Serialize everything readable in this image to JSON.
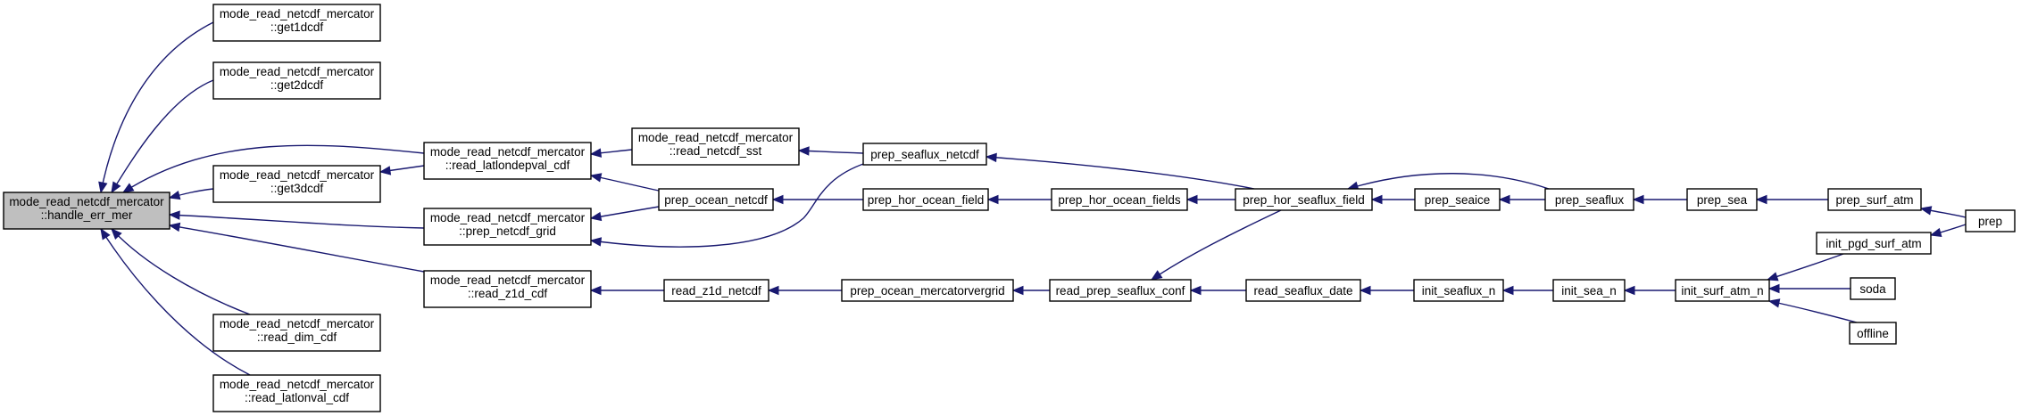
{
  "diagram": {
    "nodes": [
      {
        "id": "root",
        "lines": [
          "mode_read_netcdf_mercator",
          "::handle_err_mer"
        ],
        "highlight": true
      },
      {
        "id": "get1dcdf",
        "lines": [
          "mode_read_netcdf_mercator",
          "::get1dcdf"
        ]
      },
      {
        "id": "get2dcdf",
        "lines": [
          "mode_read_netcdf_mercator",
          "::get2dcdf"
        ]
      },
      {
        "id": "get3dcdf",
        "lines": [
          "mode_read_netcdf_mercator",
          "::get3dcdf"
        ]
      },
      {
        "id": "read_dim_cdf",
        "lines": [
          "mode_read_netcdf_mercator",
          "::read_dim_cdf"
        ]
      },
      {
        "id": "read_latlonval_cdf",
        "lines": [
          "mode_read_netcdf_mercator",
          "::read_latlonval_cdf"
        ]
      },
      {
        "id": "read_latlondepval_cdf",
        "lines": [
          "mode_read_netcdf_mercator",
          "::read_latlondepval_cdf"
        ]
      },
      {
        "id": "prep_netcdf_grid",
        "lines": [
          "mode_read_netcdf_mercator",
          "::prep_netcdf_grid"
        ]
      },
      {
        "id": "read_z1d_cdf",
        "lines": [
          "mode_read_netcdf_mercator",
          "::read_z1d_cdf"
        ]
      },
      {
        "id": "read_netcdf_sst",
        "lines": [
          "mode_read_netcdf_mercator",
          "::read_netcdf_sst"
        ]
      },
      {
        "id": "prep_ocean_netcdf",
        "lines": [
          "prep_ocean_netcdf"
        ]
      },
      {
        "id": "read_z1d_netcdf",
        "lines": [
          "read_z1d_netcdf"
        ]
      },
      {
        "id": "prep_seaflux_netcdf",
        "lines": [
          "prep_seaflux_netcdf"
        ]
      },
      {
        "id": "prep_hor_ocean_field",
        "lines": [
          "prep_hor_ocean_field"
        ]
      },
      {
        "id": "prep_ocean_mercatorvergrid",
        "lines": [
          "prep_ocean_mercatorvergrid"
        ]
      },
      {
        "id": "prep_hor_ocean_fields",
        "lines": [
          "prep_hor_ocean_fields"
        ]
      },
      {
        "id": "read_prep_seaflux_conf",
        "lines": [
          "read_prep_seaflux_conf"
        ]
      },
      {
        "id": "prep_hor_seaflux_field",
        "lines": [
          "prep_hor_seaflux_field"
        ]
      },
      {
        "id": "read_seaflux_date",
        "lines": [
          "read_seaflux_date"
        ]
      },
      {
        "id": "prep_seaice",
        "lines": [
          "prep_seaice"
        ]
      },
      {
        "id": "init_seaflux_n",
        "lines": [
          "init_seaflux_n"
        ]
      },
      {
        "id": "prep_seaflux",
        "lines": [
          "prep_seaflux"
        ]
      },
      {
        "id": "init_sea_n",
        "lines": [
          "init_sea_n"
        ]
      },
      {
        "id": "prep_sea",
        "lines": [
          "prep_sea"
        ]
      },
      {
        "id": "init_surf_atm_n",
        "lines": [
          "init_surf_atm_n"
        ]
      },
      {
        "id": "prep_surf_atm",
        "lines": [
          "prep_surf_atm"
        ]
      },
      {
        "id": "init_pgd_surf_atm",
        "lines": [
          "init_pgd_surf_atm"
        ]
      },
      {
        "id": "soda",
        "lines": [
          "soda"
        ]
      },
      {
        "id": "offline",
        "lines": [
          "offline"
        ]
      },
      {
        "id": "prep",
        "lines": [
          "prep"
        ]
      }
    ],
    "edges": [
      {
        "from": "get1dcdf",
        "to": "root"
      },
      {
        "from": "get2dcdf",
        "to": "root"
      },
      {
        "from": "get3dcdf",
        "to": "root"
      },
      {
        "from": "read_dim_cdf",
        "to": "root"
      },
      {
        "from": "read_latlonval_cdf",
        "to": "root"
      },
      {
        "from": "read_latlondepval_cdf",
        "to": "root"
      },
      {
        "from": "prep_netcdf_grid",
        "to": "root"
      },
      {
        "from": "read_z1d_cdf",
        "to": "root"
      },
      {
        "from": "read_latlondepval_cdf",
        "to": "get3dcdf"
      },
      {
        "from": "read_netcdf_sst",
        "to": "read_latlondepval_cdf"
      },
      {
        "from": "prep_ocean_netcdf",
        "to": "read_latlondepval_cdf"
      },
      {
        "from": "prep_ocean_netcdf",
        "to": "prep_netcdf_grid"
      },
      {
        "from": "prep_seaflux_netcdf",
        "to": "prep_netcdf_grid"
      },
      {
        "from": "read_z1d_netcdf",
        "to": "read_z1d_cdf"
      },
      {
        "from": "prep_seaflux_netcdf",
        "to": "read_netcdf_sst"
      },
      {
        "from": "prep_hor_ocean_field",
        "to": "prep_ocean_netcdf"
      },
      {
        "from": "prep_ocean_mercatorvergrid",
        "to": "read_z1d_netcdf"
      },
      {
        "from": "prep_hor_seaflux_field",
        "to": "prep_seaflux_netcdf"
      },
      {
        "from": "prep_hor_ocean_fields",
        "to": "prep_hor_ocean_field"
      },
      {
        "from": "read_prep_seaflux_conf",
        "to": "prep_ocean_mercatorvergrid"
      },
      {
        "from": "prep_hor_seaflux_field",
        "to": "prep_hor_ocean_fields"
      },
      {
        "from": "prep_hor_seaflux_field",
        "to": "read_prep_seaflux_conf"
      },
      {
        "from": "read_seaflux_date",
        "to": "read_prep_seaflux_conf"
      },
      {
        "from": "prep_seaice",
        "to": "prep_hor_seaflux_field"
      },
      {
        "from": "prep_seaflux",
        "to": "prep_hor_seaflux_field"
      },
      {
        "from": "init_seaflux_n",
        "to": "read_seaflux_date"
      },
      {
        "from": "prep_seaflux",
        "to": "prep_seaice"
      },
      {
        "from": "init_sea_n",
        "to": "init_seaflux_n"
      },
      {
        "from": "prep_sea",
        "to": "prep_seaflux"
      },
      {
        "from": "init_surf_atm_n",
        "to": "init_sea_n"
      },
      {
        "from": "prep_surf_atm",
        "to": "prep_sea"
      },
      {
        "from": "init_pgd_surf_atm",
        "to": "init_surf_atm_n"
      },
      {
        "from": "soda",
        "to": "init_surf_atm_n"
      },
      {
        "from": "offline",
        "to": "init_surf_atm_n"
      },
      {
        "from": "prep",
        "to": "prep_surf_atm"
      },
      {
        "from": "prep",
        "to": "init_pgd_surf_atm"
      }
    ]
  },
  "colors": {
    "edge": "#191970",
    "root_fill": "#bfbfbf",
    "node_fill": "#ffffff",
    "node_border": "#000000"
  }
}
